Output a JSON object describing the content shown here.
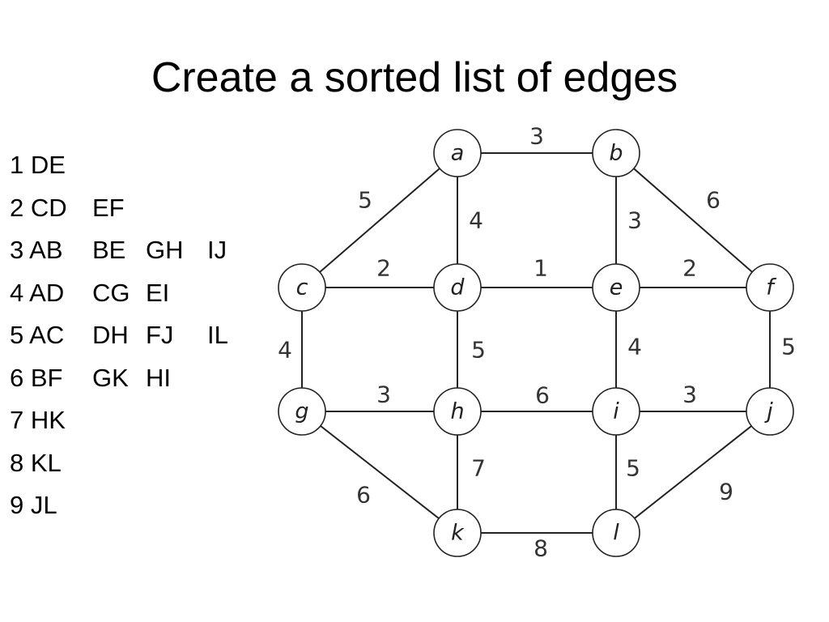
{
  "title": "Create a sorted list of edges",
  "sorted_edges": [
    {
      "weight": "1",
      "edges": [
        "DE"
      ]
    },
    {
      "weight": "2",
      "edges": [
        "CD",
        "EF"
      ]
    },
    {
      "weight": "3",
      "edges": [
        "AB",
        "BE",
        "GH",
        "IJ"
      ]
    },
    {
      "weight": "4",
      "edges": [
        "AD",
        "CG",
        "EI"
      ]
    },
    {
      "weight": "5",
      "edges": [
        "AC",
        "DH",
        "FJ",
        "IL"
      ]
    },
    {
      "weight": "6",
      "edges": [
        "BF",
        "GK",
        "HI"
      ]
    },
    {
      "weight": "7",
      "edges": [
        "HK"
      ]
    },
    {
      "weight": "8",
      "edges": [
        "KL"
      ]
    },
    {
      "weight": "9",
      "edges": [
        "JL"
      ]
    }
  ],
  "graph": {
    "nodes": [
      "a",
      "b",
      "c",
      "d",
      "e",
      "f",
      "g",
      "h",
      "i",
      "j",
      "k",
      "l"
    ],
    "edges": [
      {
        "from": "a",
        "to": "b",
        "weight": "3"
      },
      {
        "from": "a",
        "to": "c",
        "weight": "5"
      },
      {
        "from": "a",
        "to": "d",
        "weight": "4"
      },
      {
        "from": "b",
        "to": "e",
        "weight": "3"
      },
      {
        "from": "b",
        "to": "f",
        "weight": "6"
      },
      {
        "from": "c",
        "to": "d",
        "weight": "2"
      },
      {
        "from": "d",
        "to": "e",
        "weight": "1"
      },
      {
        "from": "e",
        "to": "f",
        "weight": "2"
      },
      {
        "from": "c",
        "to": "g",
        "weight": "4"
      },
      {
        "from": "d",
        "to": "h",
        "weight": "5"
      },
      {
        "from": "e",
        "to": "i",
        "weight": "4"
      },
      {
        "from": "f",
        "to": "j",
        "weight": "5"
      },
      {
        "from": "g",
        "to": "h",
        "weight": "3"
      },
      {
        "from": "h",
        "to": "i",
        "weight": "6"
      },
      {
        "from": "i",
        "to": "j",
        "weight": "3"
      },
      {
        "from": "g",
        "to": "k",
        "weight": "6"
      },
      {
        "from": "h",
        "to": "k",
        "weight": "7"
      },
      {
        "from": "i",
        "to": "l",
        "weight": "5"
      },
      {
        "from": "j",
        "to": "l",
        "weight": "9"
      },
      {
        "from": "k",
        "to": "l",
        "weight": "8"
      }
    ]
  }
}
